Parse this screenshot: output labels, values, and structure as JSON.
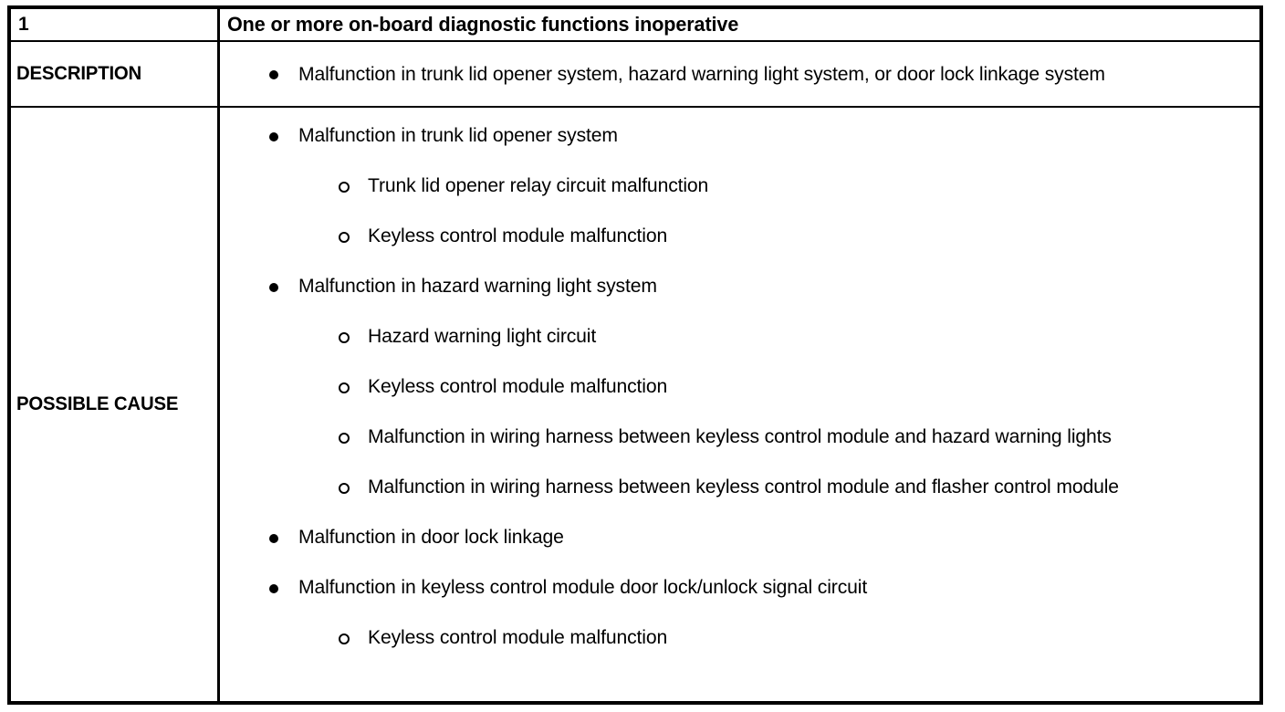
{
  "table": {
    "dtc_number": "1",
    "title": "One or more on-board diagnostic functions inoperative",
    "rows": {
      "description": {
        "label": "DESCRIPTION",
        "items": [
          "Malfunction in trunk lid opener system, hazard warning light system, or door lock linkage system"
        ]
      },
      "possible_cause": {
        "label": "POSSIBLE CAUSE",
        "items": [
          {
            "level": 1,
            "text": "Malfunction in trunk lid opener system"
          },
          {
            "level": 2,
            "text": "Trunk lid opener relay circuit malfunction"
          },
          {
            "level": 2,
            "text": "Keyless control module malfunction"
          },
          {
            "level": 1,
            "text": "Malfunction in hazard warning light system"
          },
          {
            "level": 2,
            "text": "Hazard warning light circuit"
          },
          {
            "level": 2,
            "text": "Keyless control module malfunction"
          },
          {
            "level": 2,
            "text": "Malfunction in wiring harness between keyless control module and hazard warning lights"
          },
          {
            "level": 2,
            "text": "Malfunction in wiring harness between keyless control module and flasher control module"
          },
          {
            "level": 1,
            "text": "Malfunction in door lock linkage"
          },
          {
            "level": 1,
            "text": "Malfunction in keyless control module door lock/unlock signal circuit"
          },
          {
            "level": 2,
            "text": "Keyless control module malfunction"
          }
        ]
      }
    }
  },
  "colors": {
    "border": "#000000",
    "text": "#000000",
    "background": "#ffffff"
  }
}
